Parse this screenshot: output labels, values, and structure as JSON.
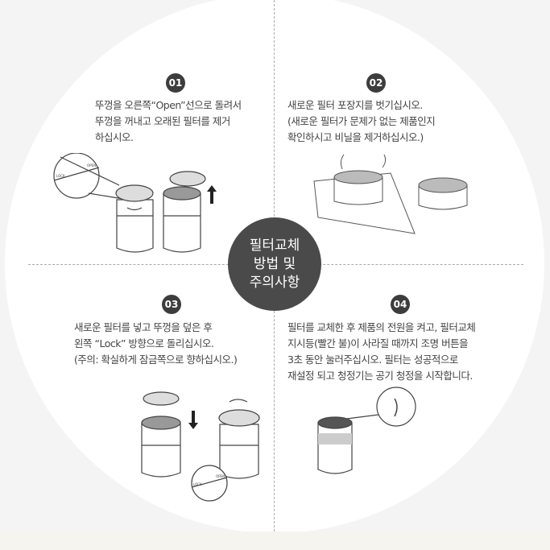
{
  "center_title": [
    "필터교체",
    "방법 및",
    "주의사항"
  ],
  "steps": [
    {
      "number": "01",
      "lines": [
        "뚜껑을 오른쪽“Open”선으로 돌려서",
        "뚜껑을 꺼내고 오래된 필터를 제거",
        "하십시오."
      ],
      "labels": {
        "lock": "LOCK",
        "open": "OPEN"
      }
    },
    {
      "number": "02",
      "lines": [
        "새로운 필터 포장지를 벗기십시오.",
        "(새로운 필터가 문제가 없는 제품인지",
        "확인하시고 비닐을 제거하십시오.)"
      ]
    },
    {
      "number": "03",
      "lines": [
        "새로운 필터를 넣고 뚜껑을 덮은 후",
        "왼쪽 “Lock” 방향으로 돌리십시오.",
        "(주의: 확실하게 잠금쪽으로 향하십시오.)"
      ],
      "labels": {
        "lock": "LOCK",
        "open": "OPEN"
      }
    },
    {
      "number": "04",
      "lines": [
        "필터를 교체한 후 제품의 전원을 켜고, 필터교체",
        "지시등(빨간 불)이 사라질 때까지 조명 버튼을",
        "3초 동안 눌러주십시오. 필터는 성공적으로",
        "재설정 되고 청정기는 공기 청정을 시작합니다."
      ]
    }
  ],
  "colors": {
    "center": "#4b4a4a",
    "background": "#f4f4f4",
    "circle": "#ffffff",
    "footer": "#f5f4ee"
  }
}
